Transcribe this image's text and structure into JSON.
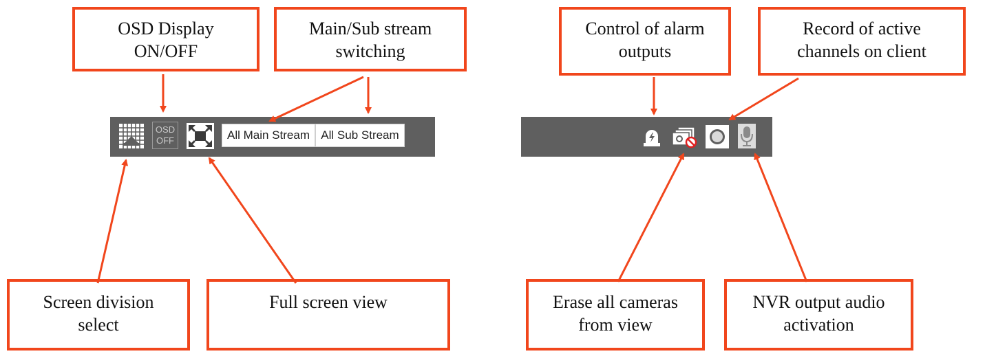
{
  "toolbar": {
    "osd_label_top": "OSD",
    "osd_label_bottom": "OFF",
    "main_stream_label": "All Main Stream",
    "sub_stream_label": "All Sub Stream"
  },
  "callouts": {
    "osd_display": "OSD Display\nON/OFF",
    "stream_switching": "Main/Sub stream\nswitching",
    "alarm_outputs": "Control of alarm\noutputs",
    "record_channels": "Record of active\nchannels on client",
    "screen_division": "Screen division\nselect",
    "full_screen": "Full screen view",
    "erase_cameras": "Erase all cameras\nfrom view",
    "nvr_audio": "NVR output audio\nactivation"
  },
  "colors": {
    "callout_border": "#f1461c",
    "arrow": "#f1461c",
    "toolbar_bg": "#5f5f5f"
  },
  "icons": [
    "screen-division-icon",
    "osd-toggle-icon",
    "fullscreen-icon",
    "alarm-output-icon",
    "erase-cameras-icon",
    "record-icon",
    "microphone-icon"
  ]
}
